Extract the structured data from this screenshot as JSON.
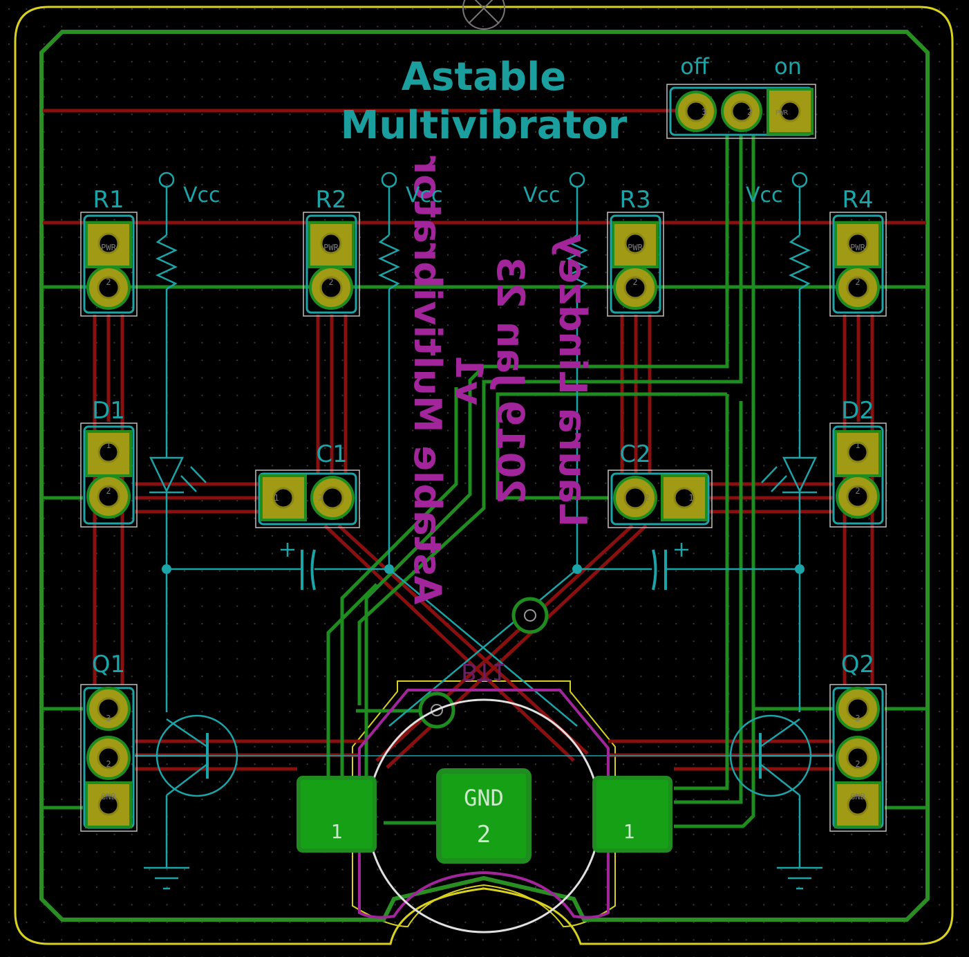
{
  "board": {
    "title_line1": "Astable",
    "title_line2": "Multivibrator",
    "back_title": "Astable Multivibrator",
    "back_version": "v1",
    "back_date": "2019 Jan 23",
    "back_author": "Laura Lindzey"
  },
  "switch": {
    "label_off": "off",
    "label_on": "on",
    "pad_labels": [
      "3",
      "2",
      "PWR"
    ]
  },
  "parts": {
    "R1": "R1",
    "R2": "R2",
    "R3": "R3",
    "R4": "R4",
    "D1": "D1",
    "D2": "D2",
    "C1": "C1",
    "C2": "C2",
    "Q1": "Q1",
    "Q2": "Q2",
    "BT1": "BT1"
  },
  "net_labels": {
    "vcc": "Vcc",
    "pwr": "PWR",
    "gnd": "GND"
  },
  "pin_numbers": {
    "p1": "1",
    "p2": "2",
    "p3": "3"
  },
  "battery": {
    "gnd_label": "GND",
    "center_pad_number": "2",
    "left_pad_number": "1",
    "right_pad_number": "1"
  },
  "colors": {
    "background": "#000000",
    "edge_cuts": "#d8d21e",
    "front_copper": "#1f8c1f",
    "back_copper": "#8a1010",
    "silkscreen_front": "#1b9e9e",
    "silkscreen_back": "#a3259c",
    "pad_gold": "#a09a14",
    "schematic": "#1ba5a8",
    "courtyard": "#bfbfbf"
  }
}
